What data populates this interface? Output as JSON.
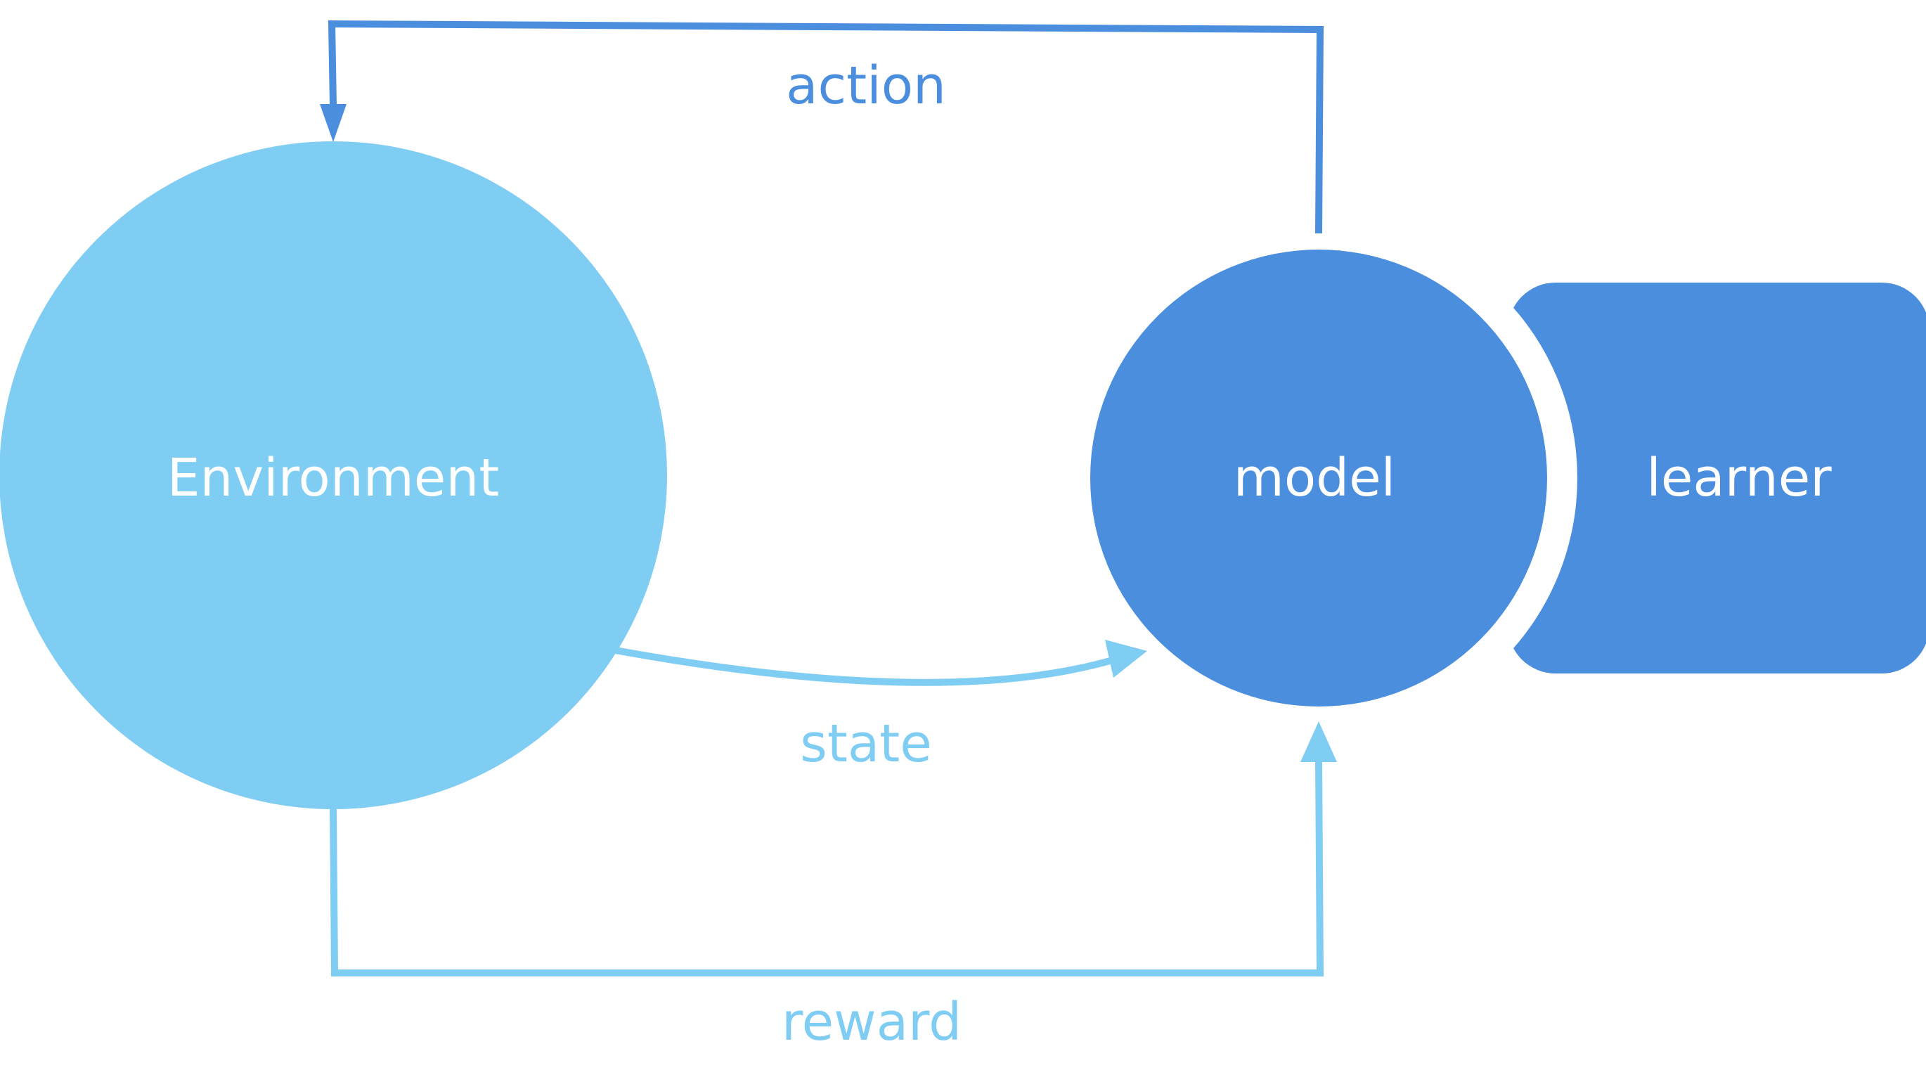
{
  "diagram": {
    "colors": {
      "environment": "#80cdf4",
      "agent": "#4b8ede",
      "background": "#ffffff",
      "node_text": "#ffffff"
    },
    "nodes": {
      "environment": {
        "label": "Environment",
        "shape": "circle"
      },
      "model": {
        "label": "model",
        "shape": "circle"
      },
      "learner": {
        "label": "learner",
        "shape": "rounded-rectangle"
      }
    },
    "edges": {
      "action": {
        "label": "action",
        "from": "model",
        "to": "environment"
      },
      "state": {
        "label": "state",
        "from": "environment",
        "to": "model"
      },
      "reward": {
        "label": "reward",
        "from": "environment",
        "to": "model"
      }
    }
  }
}
